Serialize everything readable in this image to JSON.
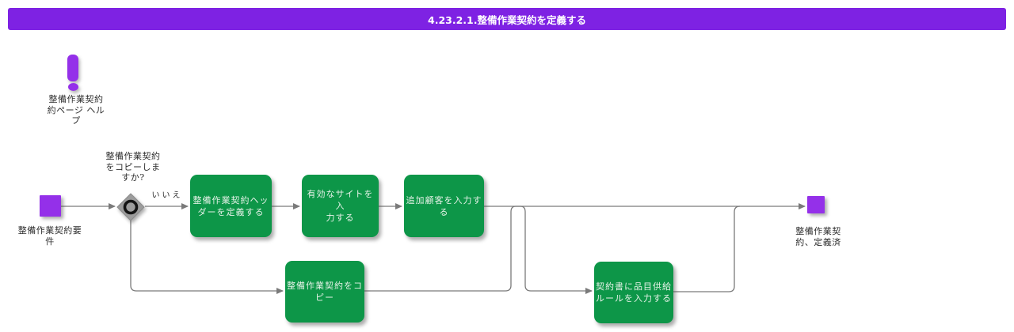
{
  "header": {
    "title": "4.23.2.1.整備作業契約を定義する"
  },
  "colors": {
    "header_bg": "#7E22E3",
    "event_purple": "#9430E9",
    "process_green": "#0D9648",
    "process_text": "#E6F2E8",
    "line_gray": "#7A7A7A",
    "diamond_gray": "#9C9C9C",
    "label_text": "#2E2E2E"
  },
  "help_note": {
    "icon": "exclamation-icon",
    "label": "整備作業契約\n約ページ ヘル\nプ"
  },
  "flow": {
    "start_event": {
      "label": "整備作業契約要\n件"
    },
    "decision": {
      "question": "整備作業契約\nをコピーしま\nすか?",
      "no_label": "いいえ"
    },
    "processes": [
      {
        "id": "define-contract-header",
        "label": "整備作業契約ヘッ\nダーを定義する"
      },
      {
        "id": "enter-valid-sites",
        "label": "有効なサイトを入\n力する"
      },
      {
        "id": "enter-additional-customers",
        "label": "追加顧客を入力す\nる"
      },
      {
        "id": "copy-contract",
        "label": "整備作業契約をコ\nピー"
      },
      {
        "id": "enter-item-supply-rules",
        "label": "契約書に品目供給\nルールを入力する"
      }
    ],
    "end_event": {
      "label": "整備作業契\n約、定義済"
    }
  }
}
